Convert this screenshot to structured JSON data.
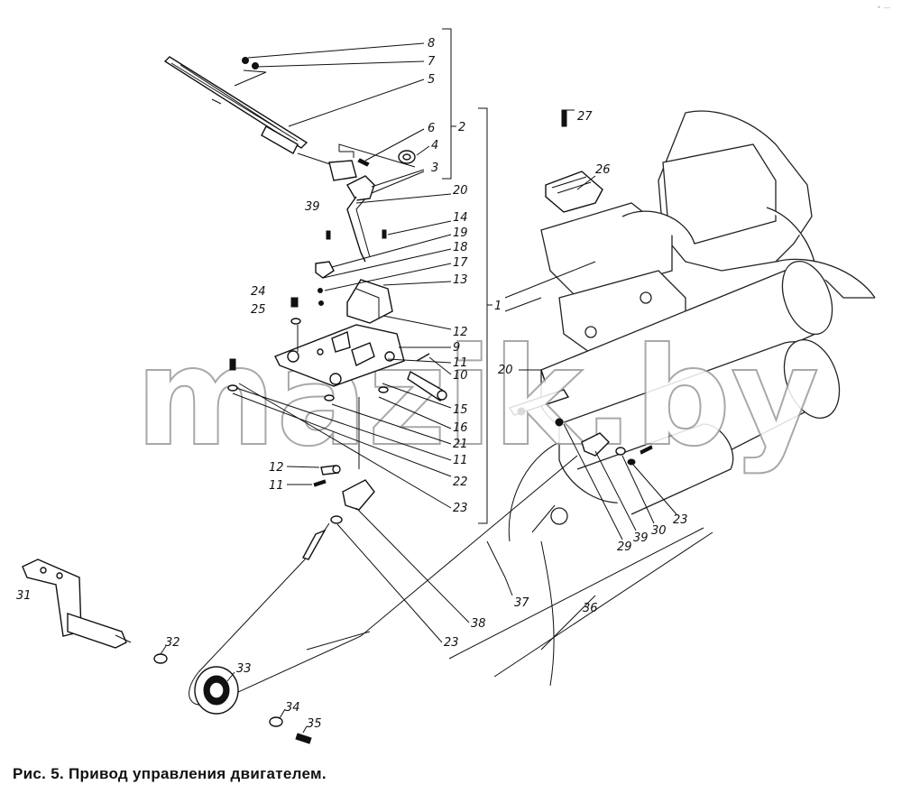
{
  "caption": "Рис. 5. Привод управления двигателем.",
  "corner_mark": "• —",
  "watermark": "mazik.by",
  "callouts": {
    "n8": "8",
    "n7": "7",
    "n5": "5",
    "n6": "6",
    "n4": "4",
    "n3": "3",
    "n2": "2",
    "n20a": "20",
    "n39a": "39",
    "n14": "14",
    "n19": "19",
    "n18": "18",
    "n17": "17",
    "n13": "13",
    "n24": "24",
    "n25": "25",
    "n12a": "12",
    "n9": "9",
    "n11a": "11",
    "n10": "10",
    "n15": "15",
    "n16": "16",
    "n21": "21",
    "n11b": "11",
    "n22": "22",
    "n23a": "23",
    "n12b": "12",
    "n11c": "11",
    "n1": "1",
    "n27": "27",
    "n26": "26",
    "n20b": "20",
    "n29": "29",
    "n39b": "39",
    "n30": "30",
    "n23b": "23",
    "n36": "36",
    "n37": "37",
    "n38": "38",
    "n23c": "23",
    "n31": "31",
    "n32": "32",
    "n33": "33",
    "n34": "34",
    "n35": "35"
  }
}
